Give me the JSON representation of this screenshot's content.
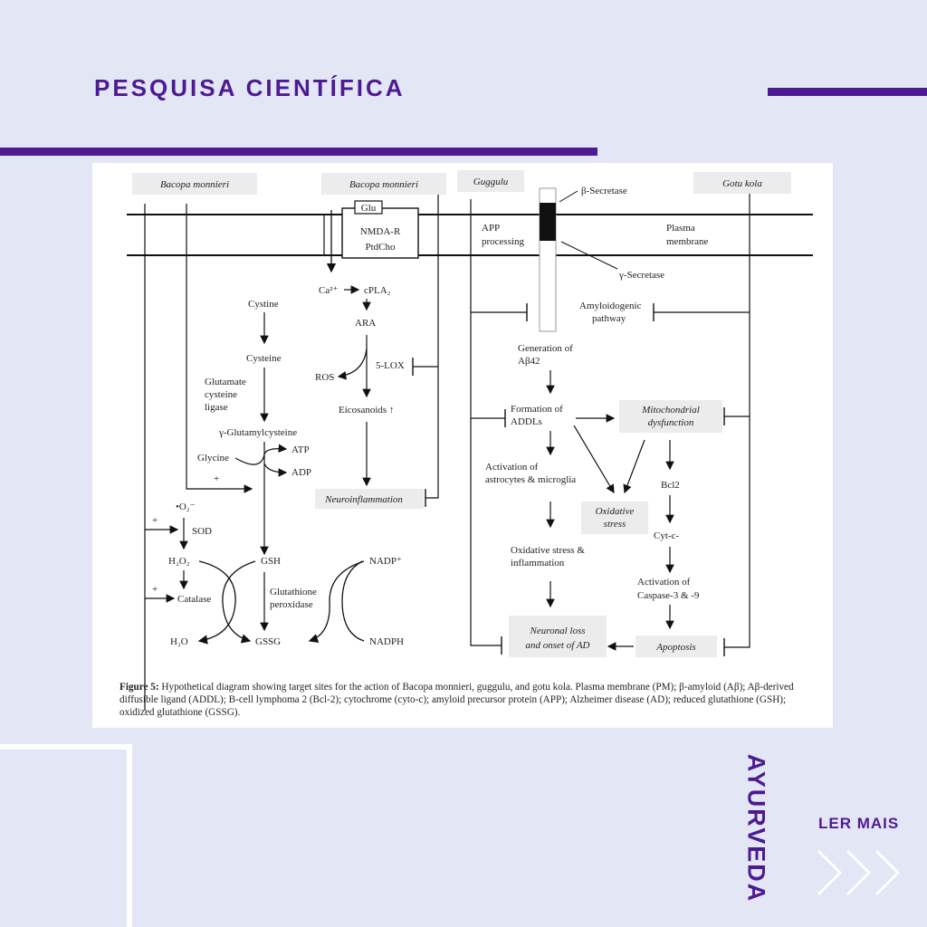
{
  "header": {
    "title": "PESQUISA CIENTÍFICA"
  },
  "side_label": "AYURVEDA",
  "read_more": "LER MAIS",
  "colors": {
    "accent": "#4e1a92",
    "background": "#e2e6f5",
    "figure_bg": "#ffffff"
  },
  "figure": {
    "boxes": {
      "bacopa1": "Bacopa monnieri",
      "bacopa2": "Bacopa monnieri",
      "guggulu": "Guggulu",
      "gotu_kola": "Gotu kola",
      "neuroinflammation": "Neuroinflammation",
      "mito_1": "Mitochondrial",
      "mito_2": "dysfunction",
      "oxid_1": "Oxidative",
      "oxid_2": "stress",
      "neuronal_1": "Neuronal loss",
      "neuronal_2": "and onset of AD",
      "apoptosis": "Apoptosis"
    },
    "labels": {
      "glu": "Glu",
      "nmda": "NMDA-R",
      "ptdcho": "PtdCho",
      "beta_secretase": "β-Secretase",
      "gamma_secretase": "γ-Secretase",
      "app_1": "APP",
      "app_2": "processing",
      "pm_1": "Plasma",
      "pm_2": "membrane",
      "ca": "Ca²⁺",
      "cpla2": "cPLA₂",
      "ara": "ARA",
      "five_lox": "5-LOX",
      "ros": "ROS",
      "eicosanoids": "Eicosanoids ↑",
      "cystine": "Cystine",
      "cysteine": "Cysteine",
      "gcl_1": "Glutamate",
      "gcl_2": "cysteine",
      "gcl_3": "ligase",
      "ggc": "γ-Glutamylcysteine",
      "glycine": "Glycine",
      "atp": "ATP",
      "adp": "ADP",
      "plus_1": "+",
      "plus_2": "+",
      "plus_3": "+",
      "superoxide": "•O₂⁻",
      "sod": "SOD",
      "h2o2": "H₂O₂",
      "catalase": "Catalase",
      "h2o": "H₂O",
      "gsh": "GSH",
      "gpx_1": "Glutathione",
      "gpx_2": "peroxidase",
      "gssg": "GSSG",
      "nadp": "NADP⁺",
      "nadph": "NADPH",
      "amyloid_1": "Amyloidogenic",
      "amyloid_2": "pathway",
      "gen_1": "Generation of",
      "gen_2": "Aβ42",
      "addl_1": "Formation of",
      "addl_2": "ADDLs",
      "astro_1": "Activation of",
      "astro_2": "astrocytes & microglia",
      "bcl2": "Bcl2",
      "oxinf_1": "Oxidative stress &",
      "oxinf_2": "inflammation",
      "cytc": "Cyt-c-",
      "casp_1": "Activation of",
      "casp_2": "Caspase-3 & -9"
    },
    "caption": {
      "prefix": "Figure 5:",
      "text": "Hypothetical diagram showing target sites for the action of Bacopa monnieri, guggulu, and gotu kola. Plasma membrane (PM); β-amyloid (Aβ); Aβ-derived diffusible ligand (ADDL); B-cell lymphoma 2 (Bcl-2); cytochrome (cyto-c); amyloid precursor protein (APP); Alzheimer disease (AD); reduced glutathione (GSH); oxidized glutathione (GSSG)."
    }
  }
}
